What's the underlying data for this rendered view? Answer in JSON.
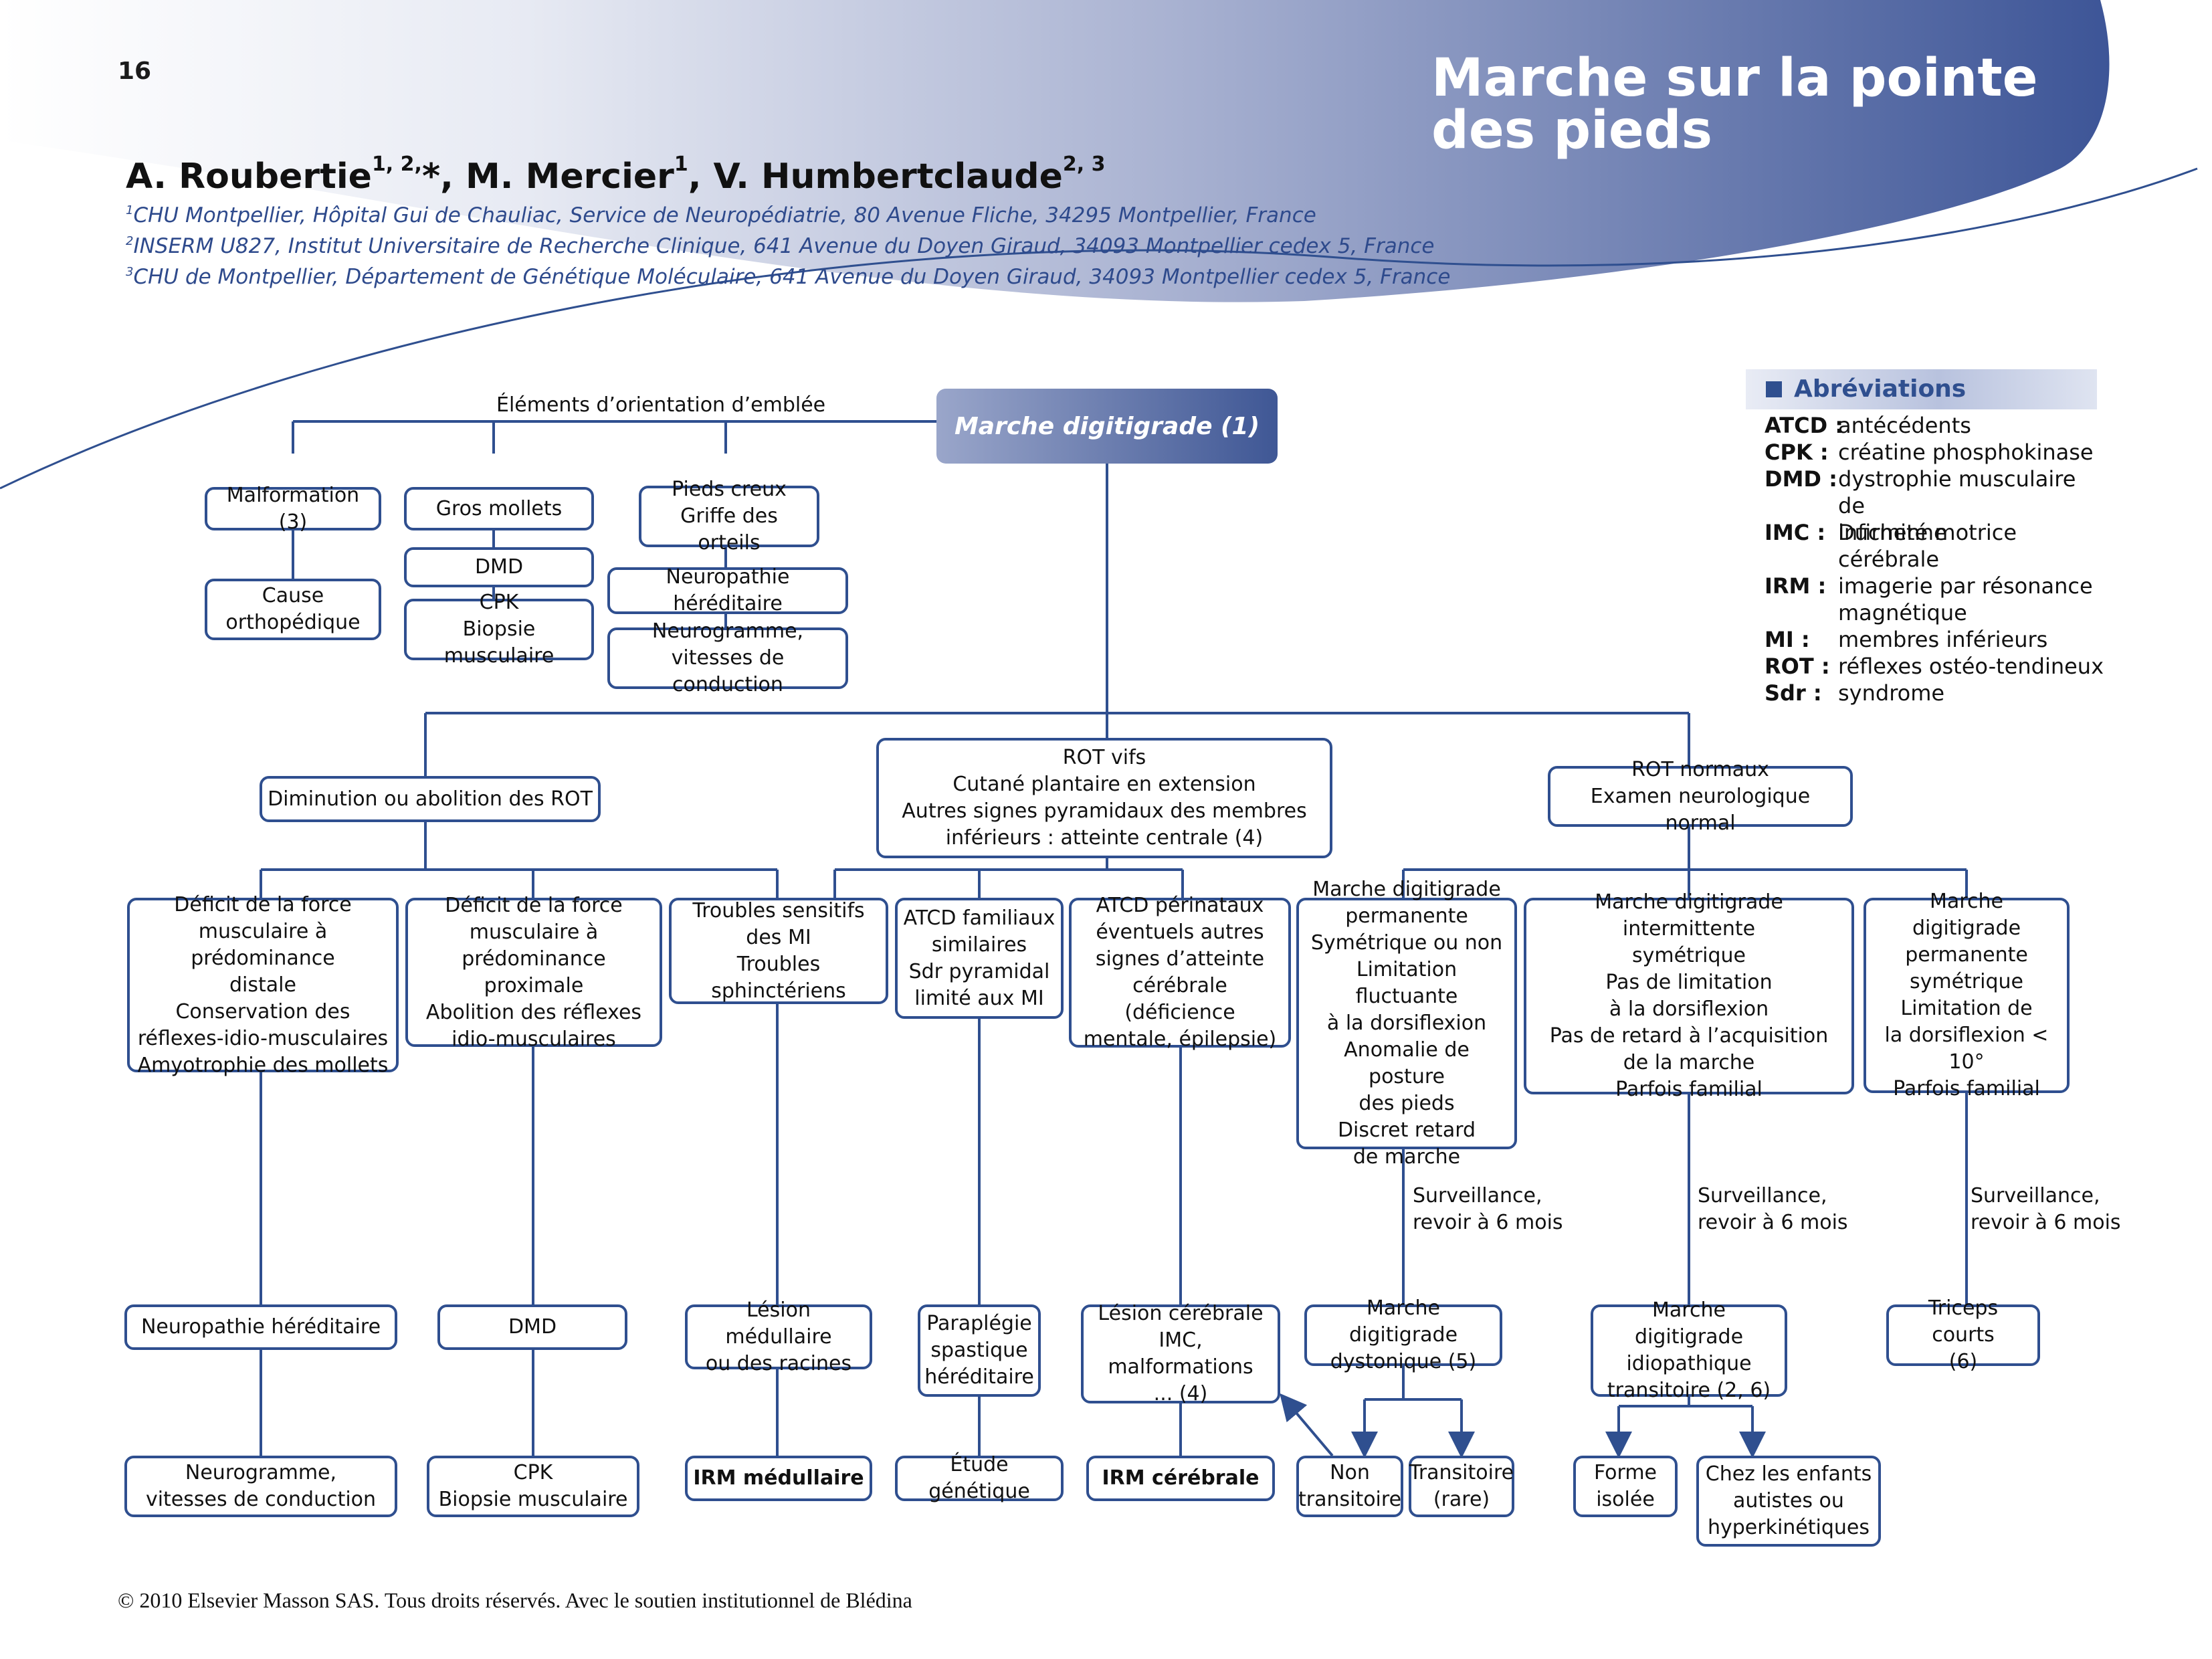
{
  "page_number": "16",
  "title": "Marche sur la pointe\ndes pieds",
  "authors": {
    "a1": "A. Roubertie",
    "a1_sup": "1, 2,",
    "a1_star": "*",
    "sep1": ", M. Mercier",
    "a2_sup": "1",
    "sep2": ", V. Humbertclaude",
    "a3_sup": "2, 3"
  },
  "affiliations": [
    {
      "sup": "1",
      "text": "CHU Montpellier, Hôpital Gui de Chauliac, Service de Neuropédiatrie, 80 Avenue Fliche, 34295 Montpellier, France"
    },
    {
      "sup": "2",
      "text": "INSERM U827, Institut Universitaire de Recherche Clinique, 641 Avenue du Doyen Giraud, 34093 Montpellier cedex 5, France"
    },
    {
      "sup": "3",
      "text": "CHU de Montpellier, Département de Génétique Moléculaire, 641 Avenue du Doyen Giraud, 34093 Montpellier cedex 5, France"
    }
  ],
  "abbreviations": {
    "heading": "Abréviations",
    "items": [
      {
        "key": "ATCD :",
        "value": "antécédents"
      },
      {
        "key": "CPK :",
        "value": "créatine phosphokinase"
      },
      {
        "key": "DMD :",
        "value": "dystrophie musculaire de\nDuchenne"
      },
      {
        "key": "IMC :",
        "value": "infirmité motrice\ncérébrale"
      },
      {
        "key": "IRM :",
        "value": "imagerie par résonance\nmagnétique"
      },
      {
        "key": "MI :",
        "value": "membres inférieurs"
      },
      {
        "key": "ROT :",
        "value": "réflexes ostéo-tendineux"
      },
      {
        "key": "Sdr :",
        "value": "syndrome"
      }
    ]
  },
  "flowchart": {
    "root": "Marche digitigrade (1)",
    "orientation_label": "Éléments d’orientation d’emblée",
    "malformation": "Malformation (3)",
    "cause_ortho": "Cause\northopédique",
    "gros_mollets": "Gros mollets",
    "dmd_top": "DMD",
    "cpk_top": "CPK\nBiopsie musculaire",
    "pieds_creux": "Pieds creux\nGriffe des orteils",
    "neuropathie_top": "Neuropathie héréditaire",
    "neurogramme_top": "Neurogramme,\nvitesses de conduction",
    "diminution": "Diminution ou abolition des ROT",
    "rot_vifs": "ROT vifs\nCutané plantaire en extension\nAutres signes pyramidaux des membres\ninférieurs : atteinte centrale (4)",
    "rot_normaux": "ROT normaux\nExamen neurologique normal",
    "deficit_distal": "Déficit de la force\nmusculaire à prédominance\ndistale\nConservation des\nréflexes-idio-musculaires\nAmyotrophie des mollets",
    "deficit_proximal": "Déficit de la force\nmusculaire à\nprédominance proximale\nAbolition des réflexes\nidio-musculaires",
    "troubles_sensitifs": "Troubles sensitifs\ndes MI\nTroubles sphinctériens",
    "atcd_familiaux": "ATCD familiaux\nsimilaires\nSdr pyramidal\nlimité aux MI",
    "atcd_perinataux": "ATCD périnataux\néventuels autres\nsignes d’atteinte\ncérébrale (déficience\nmentale, épilepsie)",
    "marche_permanente": "Marche digitigrade\npermanente\nSymétrique ou non\nLimitation fluctuante\nà la dorsiflexion\nAnomalie de posture\ndes pieds\nDiscret retard\nde marche",
    "marche_intermittente": "Marche digitigrade intermittente\nsymétrique\nPas de limitation\nà la dorsiflexion\nPas de retard à l’acquisition\nde la marche\nParfois familial",
    "marche_sym": "Marche\ndigitigrade\npermanente\nsymétrique\nLimitation de\nla dorsiflexion < 10°\nParfois familial",
    "surveillance": "Surveillance,\nrevoir à 6 mois",
    "neuropathie_bottom": "Neuropathie héréditaire",
    "dmd_bottom": "DMD",
    "lesion_medullaire": "Lésion médullaire\nou des racines",
    "paraplegie": "Paraplégie\nspastique\nhéréditaire",
    "lesion_cerebrale": "Lésion cérébrale\nIMC, malformations\n... (4)",
    "dystonique": "Marche digitigrade\ndystonique (5)",
    "idiopathique": "Marche digitigrade\nidiopathique\ntransitoire (2, 6)",
    "triceps": "Triceps courts\n(6)",
    "neurogramme_bottom": "Neurogramme,\nvitesses de conduction",
    "cpk_bottom": "CPK\nBiopsie musculaire",
    "irm_medullaire": "IRM médullaire",
    "etude_genetique": "Étude génétique",
    "irm_cerebrale": "IRM cérébrale",
    "non_transitoire": "Non\ntransitoire",
    "transitoire": "Transitoire\n(rare)",
    "forme_isolee": "Forme\nisolée",
    "enfants_autistes": "Chez les enfants\nautistes ou\nhyperkinétiques"
  },
  "footer": "© 2010 Elsevier Masson SAS. Tous droits réservés. Avec le soutien institutionnel de Blédina",
  "colors": {
    "accent": "#2f4f8f",
    "banner_dark": "#3d5597",
    "banner_light": "#eef0f7"
  }
}
